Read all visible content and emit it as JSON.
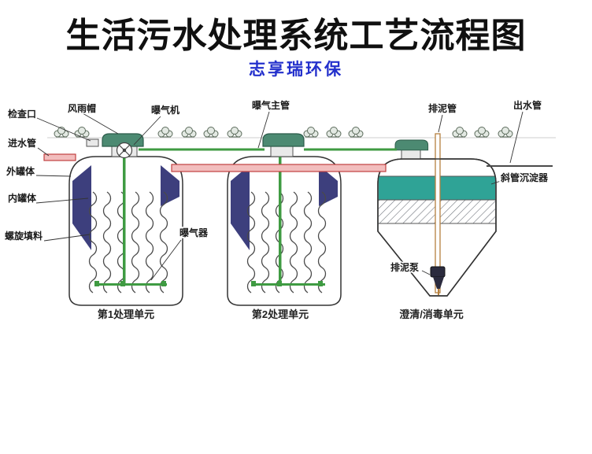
{
  "header": {
    "title": "生活污水处理系统工艺流程图",
    "subtitle": "志享瑞环保"
  },
  "diagram": {
    "labels": {
      "inspection_port": "检查口",
      "rain_cap": "风雨帽",
      "aerator": "曝气机",
      "inlet_pipe": "进水管",
      "outer_tank": "外罐体",
      "inner_tank": "内罐体",
      "spiral_packing": "螺旋填料",
      "aeration_main_pipe": "曝气主管",
      "air_diffuser": "曝气器",
      "sludge_pipe": "排泥管",
      "outlet_pipe": "出水管",
      "inclined_tube_settler": "斜管沉淀器",
      "sludge_pump": "排泥泵"
    },
    "captions": {
      "unit1": "第1处理单元",
      "unit2": "第2处理单元",
      "unit3": "澄清/消毒单元"
    }
  },
  "colors": {
    "subtitle_blue": "#2330cc",
    "cap_green": "#4c8a72",
    "pipe_green": "#3f9b42",
    "pipe_pink": "#f2bdbd",
    "pipe_red_border": "#c04040",
    "settler_teal": "#2fa396",
    "inner_wall_navy": "#3d3f7d",
    "pump_dark": "#2b2b3e"
  }
}
